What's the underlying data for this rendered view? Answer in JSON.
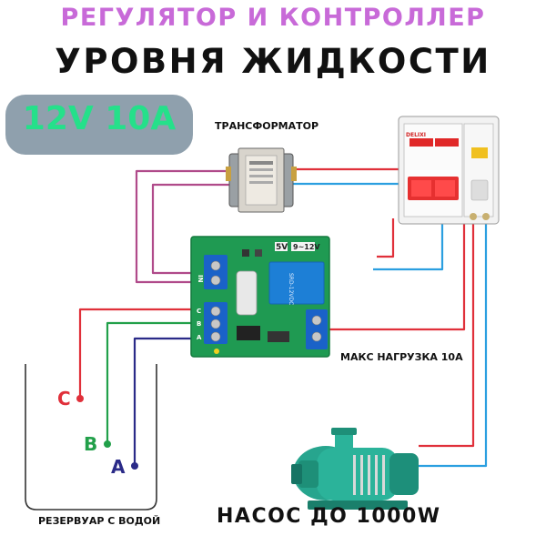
{
  "title": {
    "line1": "РЕГУЛЯТОР И КОНТРОЛЛЕР",
    "line2": "УРОВНЯ ЖИДКОСТИ"
  },
  "spec_badge": "12V 10A",
  "labels": {
    "transformer": "ТРАНСФОРМАТОР",
    "max_load": "МАКС НАГРУЗКА 10А",
    "pump": "НАСОС ДО 1000W",
    "reservoir": "РЕЗЕРВУАР С ВОДОЙ"
  },
  "board": {
    "jumper_5v": "5V",
    "jumper_range": "9~12V",
    "relay_text": "SRD-12VDC",
    "terminal_in": "IN",
    "terminal_pins": [
      "C",
      "B",
      "A"
    ]
  },
  "breaker": {
    "brand": "DELIXI"
  },
  "probes": [
    {
      "letter": "C",
      "color": "#e0303a"
    },
    {
      "letter": "B",
      "color": "#22a04a"
    },
    {
      "letter": "A",
      "color": "#2a2a88"
    }
  ],
  "colors": {
    "title_accent": "#c86ad8",
    "badge_text": "#25e08a",
    "badge_bg": "#8fa0ad",
    "wire_red": "#e0303a",
    "wire_blue": "#2b9fe0",
    "wire_purple": "#b04a8a",
    "wire_green": "#22a04a",
    "wire_navy": "#2a2a88"
  }
}
